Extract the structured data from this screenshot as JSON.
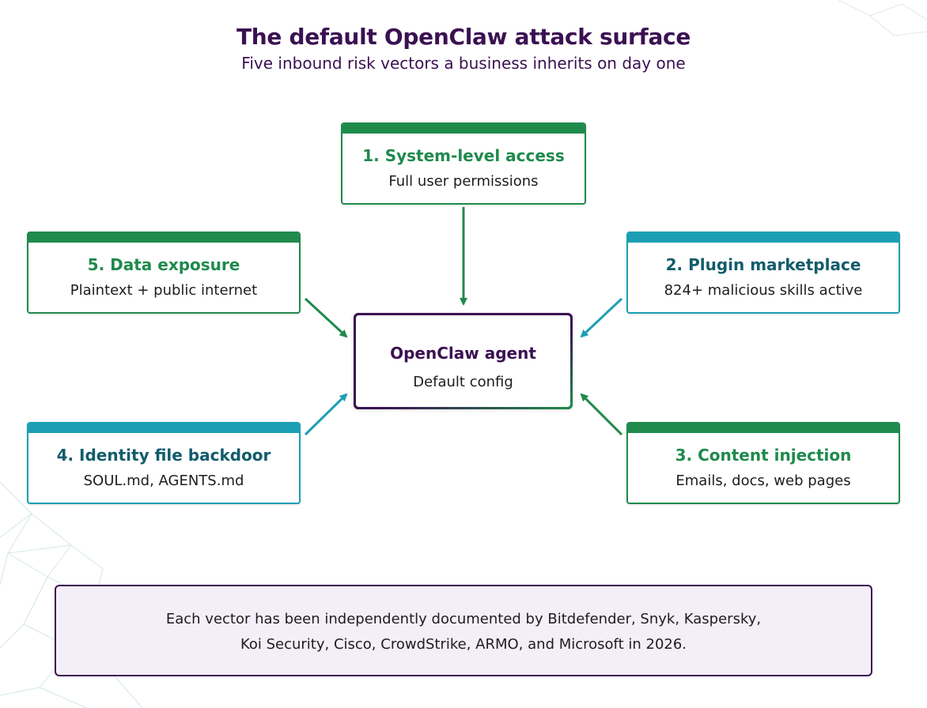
{
  "title": "The default OpenClaw attack surface",
  "subtitle": "Five inbound risk vectors a business inherits on day one",
  "center": {
    "title": "OpenClaw agent",
    "subtitle": "Default config"
  },
  "vectors": [
    {
      "title": "1. System-level access",
      "subtitle": "Full user permissions",
      "accent": "green"
    },
    {
      "title": "2. Plugin marketplace",
      "subtitle": "824+ malicious skills active",
      "accent": "teal"
    },
    {
      "title": "3. Content injection",
      "subtitle": "Emails, docs, web pages",
      "accent": "green"
    },
    {
      "title": "4. Identity file backdoor",
      "subtitle": "SOUL.md, AGENTS.md",
      "accent": "teal"
    },
    {
      "title": "5. Data exposure",
      "subtitle": "Plaintext + public internet",
      "accent": "green"
    }
  ],
  "note": {
    "line1": "Each vector has been independently documented by Bitdefender, Snyk, Kaspersky,",
    "line2": "Koi Security, Cisco, CrowdStrike, ARMO, and Microsoft in 2026."
  },
  "colors": {
    "green": "#1f8a4c",
    "teal": "#1c9fb3",
    "purple": "#3b1152",
    "note_bg": "#f3eef7"
  }
}
